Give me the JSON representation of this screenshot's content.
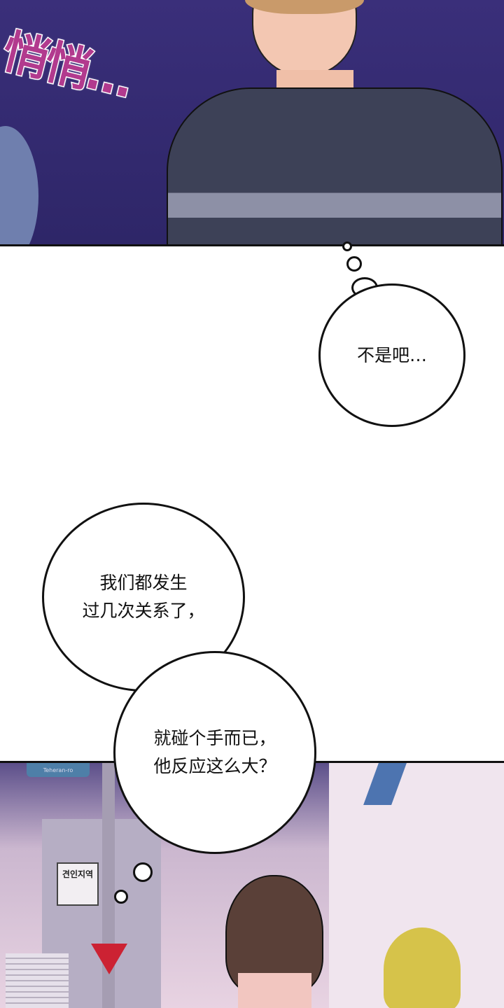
{
  "panels": [
    {
      "sfx": "悄悄…"
    },
    {
      "bubbles": [
        {
          "text": "不是吧…"
        },
        {
          "text_lines": [
            "我们都发生",
            "过几次关系了，"
          ]
        },
        {
          "text_lines": [
            "就碰个手而已，",
            "他反应这么大？"
          ]
        }
      ]
    },
    {
      "signs": {
        "street_sign": "Teheran-ro",
        "tow_zone": "견인지역"
      }
    }
  ],
  "colors": {
    "night_bg": "#3a2f7a",
    "sfx": "#b23a8e",
    "street_tint": "#e8d3e2"
  }
}
